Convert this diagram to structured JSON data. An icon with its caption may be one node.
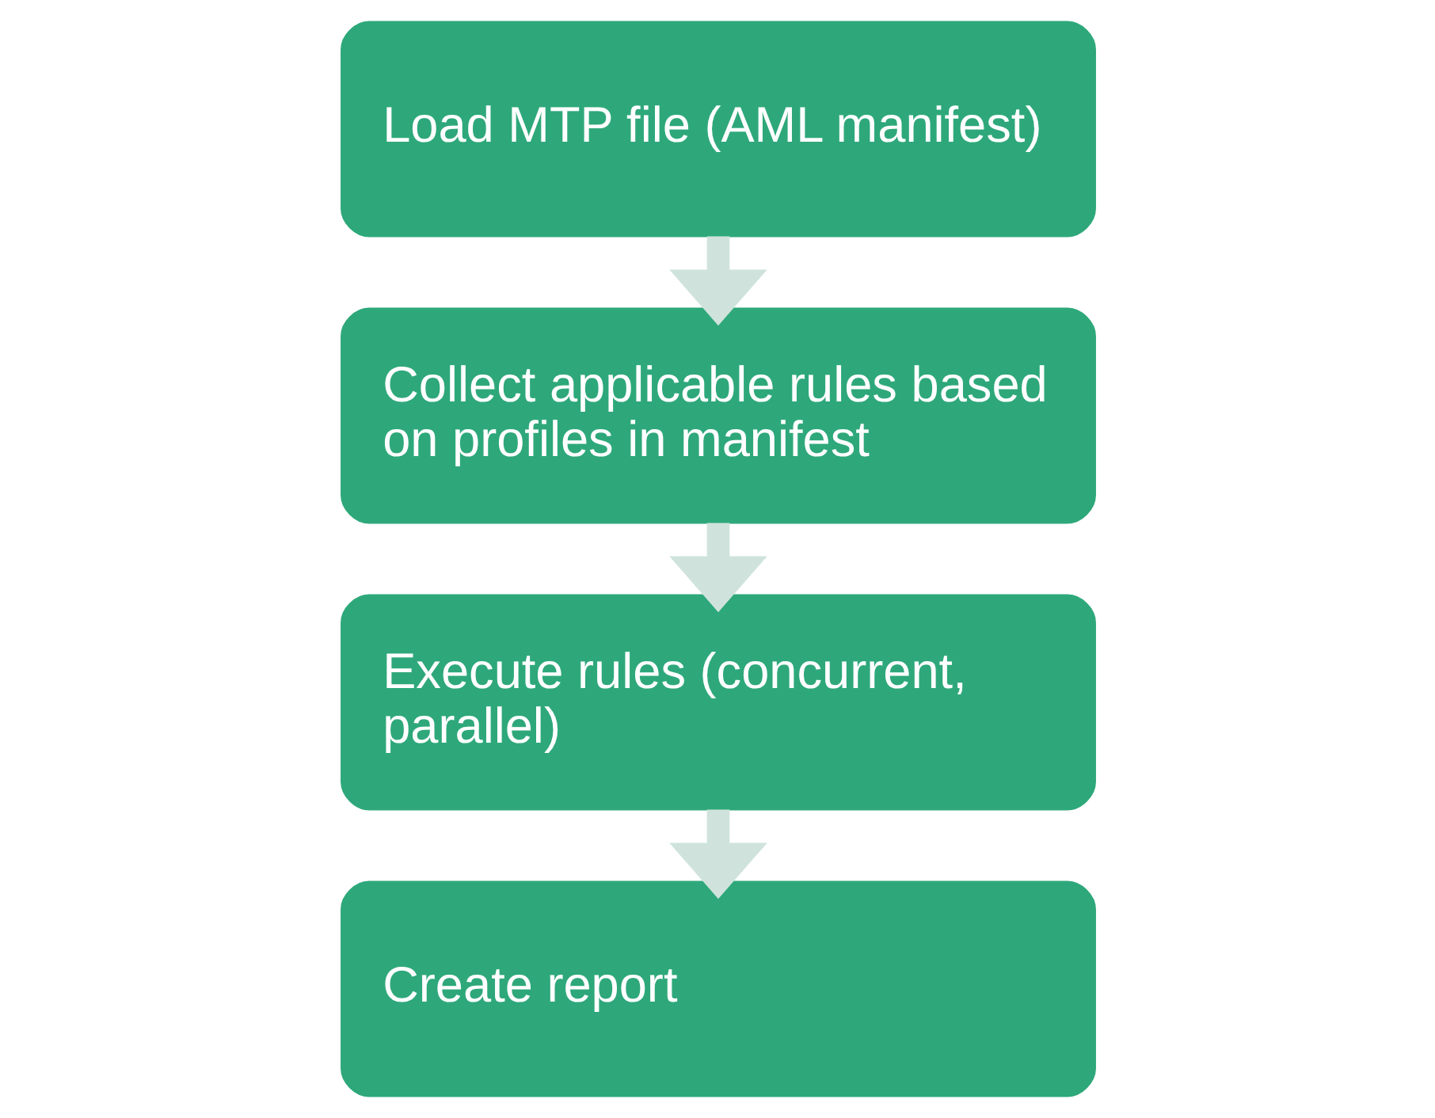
{
  "diagram": {
    "nodes": [
      {
        "text": [
          "Load MTP file (AML manifest)"
        ]
      },
      {
        "text": [
          "Collect applicable rules based on profiles in manifest"
        ]
      },
      {
        "text": [
          "Execute rules (concurrent, parallel)"
        ]
      },
      {
        "text": [
          "Create report"
        ]
      }
    ],
    "edges": [
      {
        "from": 0,
        "to": 1,
        "arrow": "to"
      },
      {
        "from": 1,
        "to": 2,
        "arrow": "to"
      },
      {
        "from": 2,
        "to": 3,
        "arrow": "to"
      }
    ]
  }
}
